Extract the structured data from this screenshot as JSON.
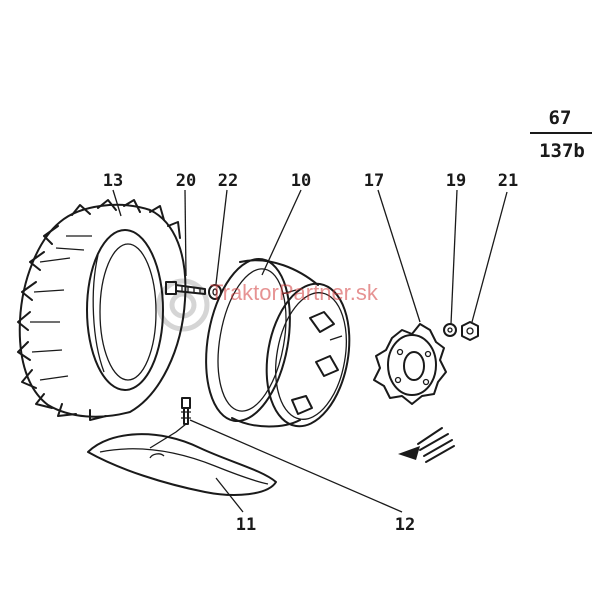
{
  "page_ref": {
    "top": "67",
    "bottom": "137b"
  },
  "watermark": {
    "text": "TraktorPartner.sk",
    "color": "#d33c3c"
  },
  "callouts": {
    "c13": "13",
    "c20": "20",
    "c22": "22",
    "c10": "10",
    "c17": "17",
    "c19": "19",
    "c21": "21",
    "c11": "11",
    "c12": "12"
  },
  "parts": {
    "tire": "tire-icon",
    "rim": "wheel-rim-icon",
    "hub": "wheel-hub-icon",
    "inner_tube": "inner-tube-icon",
    "valve": "valve-icon",
    "bolt": "bolt-icon",
    "washer": "washer-icon",
    "nut": "nut-icon",
    "direction_arrow": "direction-arrow-icon"
  }
}
